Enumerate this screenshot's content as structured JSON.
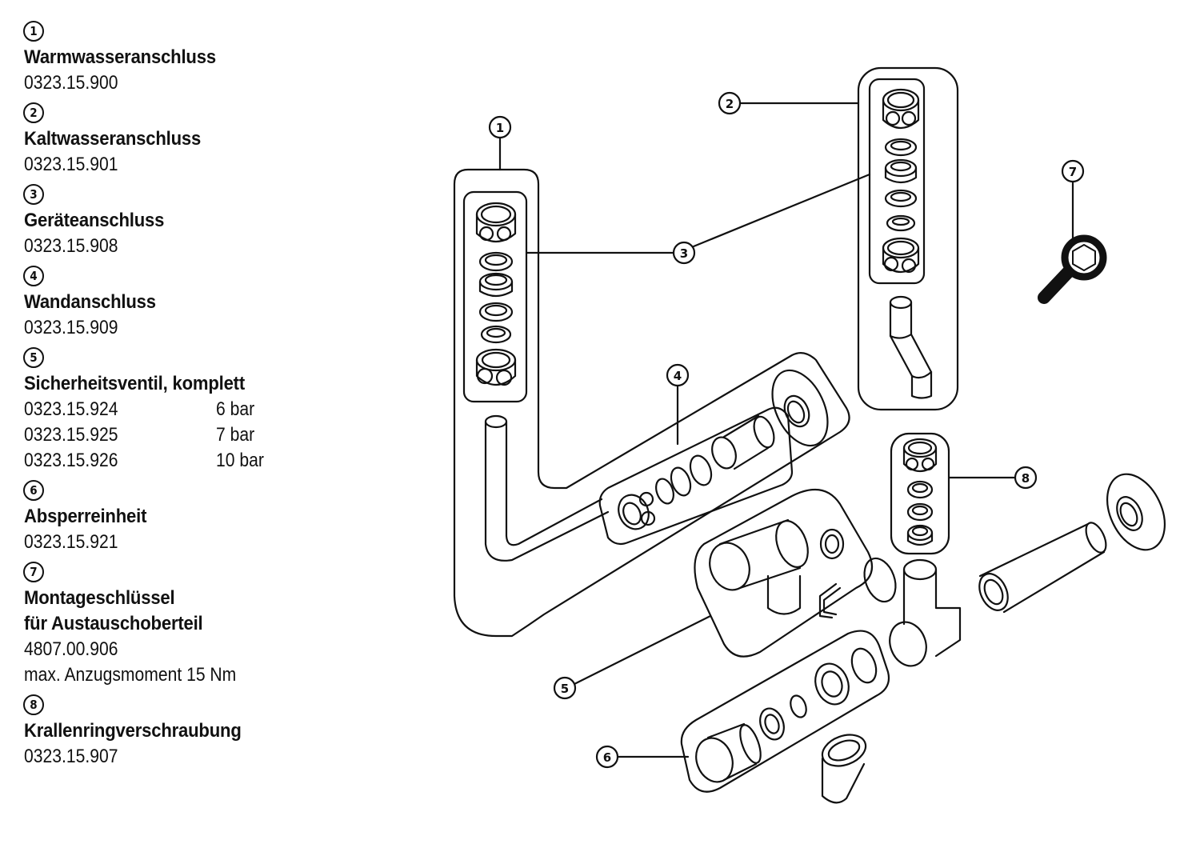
{
  "legend": {
    "items": [
      {
        "number": "1",
        "title": "Warmwasseranschluss",
        "codes": [
          {
            "code": "0323.15.900"
          }
        ]
      },
      {
        "number": "2",
        "title": "Kaltwasseranschluss",
        "codes": [
          {
            "code": "0323.15.901"
          }
        ]
      },
      {
        "number": "3",
        "title": "Geräteanschluss",
        "codes": [
          {
            "code": "0323.15.908"
          }
        ]
      },
      {
        "number": "4",
        "title": "Wandanschluss",
        "codes": [
          {
            "code": "0323.15.909"
          }
        ]
      },
      {
        "number": "5",
        "title": "Sicherheitsventil, komplett",
        "codes": [
          {
            "code": "0323.15.924",
            "value": "6 bar"
          },
          {
            "code": "0323.15.925",
            "value": "7 bar"
          },
          {
            "code": "0323.15.926",
            "value": "10 bar"
          }
        ]
      },
      {
        "number": "6",
        "title": "Absperreinheit",
        "codes": [
          {
            "code": "0323.15.921"
          }
        ]
      },
      {
        "number": "7",
        "title": "Montageschlüssel",
        "title2": "für Austauschoberteil",
        "codes": [
          {
            "code": "4807.00.906"
          }
        ],
        "note": "max. Anzugsmoment 15 Nm"
      },
      {
        "number": "8",
        "title": "Krallenringverschraubung",
        "codes": [
          {
            "code": "0323.15.907"
          }
        ]
      }
    ]
  },
  "diagram": {
    "callouts": [
      "1",
      "2",
      "3",
      "3",
      "4",
      "5",
      "6",
      "7",
      "8"
    ],
    "line_color": "#111111",
    "background": "#ffffff"
  }
}
